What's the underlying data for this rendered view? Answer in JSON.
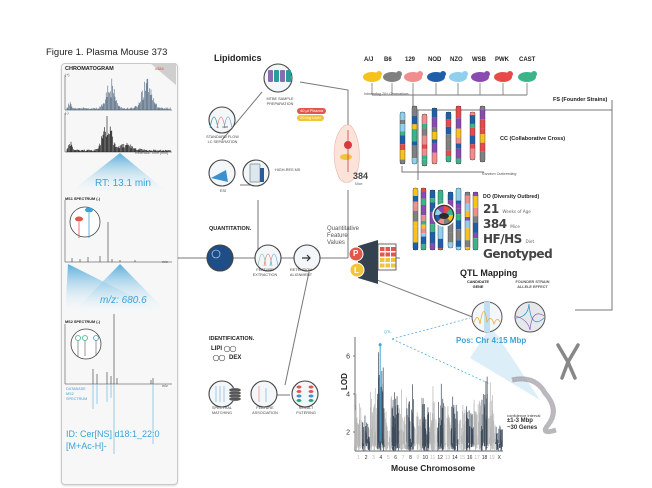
{
  "figure": {
    "title": "Figure 1. Plasma Mouse 373",
    "corner_badge": "x384"
  },
  "chromatogram": {
    "header": "CHROMATOGRAM",
    "trace_a_label": "(+)",
    "trace_b_label": "(-)",
    "axis_label": "Retention Time [min]",
    "rt_label": "RT: 13.1 min"
  },
  "ms1": {
    "header": "MS1 SPECTRUM (-)",
    "axis_label": "m/z",
    "mz_label": "m/z: 680.6"
  },
  "ms2": {
    "header": "MS2 SPECTRUM (-)",
    "axis_label": "m/z",
    "database_label": [
      "DATABASE",
      "MS2",
      "SPECTRUM"
    ],
    "id_line1": "ID: Cer[NS] d18:1_22:0",
    "id_line2": "[M+Ac-H]-"
  },
  "lipidomics": {
    "title": "Lipidomics",
    "steps": {
      "sample_prep": [
        "MTBE SAMPLE",
        "PREPARATION"
      ],
      "lc": [
        "STANDARD FLOW",
        "LC SEPARATION"
      ],
      "c18": "C18",
      "esi": "ESI",
      "ms": "HIGH-RES MS"
    },
    "plasma_pill": "40 µl Plasma",
    "liver_pill": "20 mg Liver",
    "mice_count": "384",
    "mice_label": "Mice"
  },
  "quantitation": {
    "title": "QUANTITATION.",
    "steps": {
      "feature_extraction": [
        "FEATURE",
        "EXTRACTION"
      ],
      "retention_alignment": [
        "RETENTION",
        "ALIGNMENT"
      ]
    },
    "values_label": [
      "Quantitative",
      "Feature",
      "Values"
    ],
    "badge_p": "P",
    "badge_l": "L"
  },
  "identification": {
    "title": "IDENTIFICATION.",
    "logo_top": "LIPI",
    "logo_bottom": "DEX",
    "steps": {
      "spectral_matching": [
        "SPECTRAL",
        "MATCHING"
      ],
      "feature_association": [
        "FEATURE",
        "ASSOCIATION"
      ],
      "result_filtering": [
        "RESULT",
        "FILTERING"
      ]
    }
  },
  "genetics": {
    "strains": [
      {
        "name": "A/J",
        "color": "#f6c21c"
      },
      {
        "name": "B6",
        "color": "#808080"
      },
      {
        "name": "129",
        "color": "#f08d8d"
      },
      {
        "name": "NOD",
        "color": "#1f5fa8"
      },
      {
        "name": "NZO",
        "color": "#8fd0ef"
      },
      {
        "name": "WSB",
        "color": "#8a4bb0"
      },
      {
        "name": "PWK",
        "color": "#e84a4a"
      },
      {
        "name": "CAST",
        "color": "#3cb48a"
      }
    ],
    "inbreeding_label": "Inbreeding 20+ Generations",
    "fs_label": "FS (Founder Strains)",
    "cc_label": "CC (Collaborative Cross)",
    "outbreeding_label": "Random Outbreeding",
    "do_label": "DO (Diversity Outbred)",
    "do_stats": [
      {
        "big": "21",
        "small": "Weeks of Age"
      },
      {
        "big": "384",
        "small": "Mice"
      },
      {
        "big": "HF/HS",
        "small": "Diet"
      },
      {
        "big": "Genotyped",
        "small": ""
      }
    ]
  },
  "qtl": {
    "title": "QTL Mapping",
    "candidate_gene": [
      "CANDIDATE",
      "GENE"
    ],
    "allele_effect": [
      "FOUNDER STRAIN",
      "ALLELE EFFECT"
    ],
    "position": "Pos: Chr 4:15 Mbp",
    "peak_label": "QTL",
    "ci_label": "confidence interval",
    "ci_range": "±1-3 Mbp",
    "ci_genes": "~30 Genes"
  },
  "chart_data": {
    "type": "scatter",
    "title": "",
    "xlabel": "Mouse Chromosome",
    "ylabel": "LOD",
    "x_ticks": [
      "1",
      "2",
      "3",
      "4",
      "5",
      "6",
      "7",
      "8",
      "9",
      "10",
      "11",
      "12",
      "13",
      "14",
      "15",
      "16",
      "17",
      "18",
      "19",
      "X"
    ],
    "y_ticks": [
      2,
      4,
      6
    ],
    "ylim": [
      1,
      7
    ],
    "peak": {
      "chromosome": "4",
      "lod": 6.6,
      "label": "QTL"
    },
    "series_colors": {
      "odd": "#b5b5b5",
      "even": "#3d4a59"
    },
    "chromosome_max_lod": [
      4.4,
      3.0,
      4.4,
      6.6,
      4.2,
      4.8,
      4.3,
      4.6,
      3.9,
      4.5,
      4.5,
      4.7,
      4.4,
      4.2,
      4.0,
      4.4,
      4.6,
      5.0,
      4.7,
      2.8
    ]
  }
}
